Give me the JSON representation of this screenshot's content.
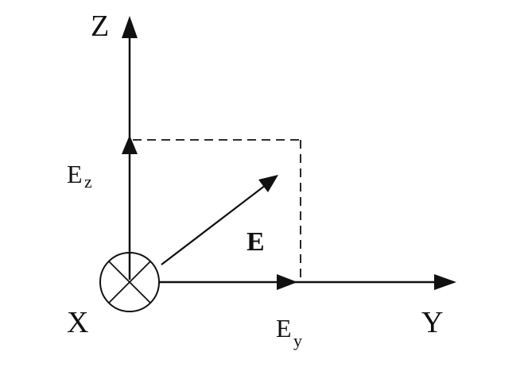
{
  "diagram": {
    "labels": {
      "z_axis": "Z",
      "y_axis": "Y",
      "x_axis": "X",
      "e_vector": "E",
      "ez_main": "E",
      "ez_sub": "z",
      "ey_main": "E",
      "ey_sub": "y"
    },
    "colors": {
      "ink": "#111111",
      "background": "#ffffff"
    }
  }
}
